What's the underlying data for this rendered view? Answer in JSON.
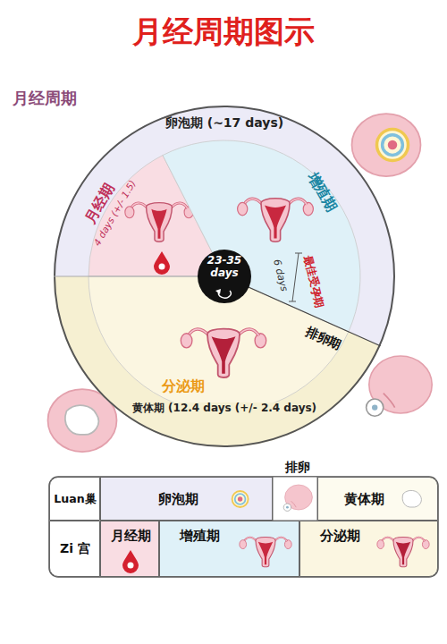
{
  "diagram": {
    "title": "月经周期图示",
    "nodes": [
      {
        "text": [
          "卵泡期 (~17 days)",
          "黄体期 (12.4 days (+/- 2.4 days)"
        ]
      },
      {
        "text": [
          "月经期",
          "4 days (+/- 1.5)"
        ],
        "in": 0
      },
      {
        "text": [
          "增殖期"
        ],
        "in": 0
      },
      {
        "text": [
          "分泌期"
        ],
        "in": 0
      },
      {
        "text": [
          "23-35 days"
        ],
        "in": 0
      },
      {
        "text": [
          "Luan巢"
        ]
      },
      {
        "text": [
          "卵泡期"
        ]
      },
      {
        "text": [
          "黄体期"
        ]
      },
      {
        "text": [
          "Zi 宫"
        ]
      },
      {
        "text": [
          "月经期"
        ]
      },
      {
        "text": [
          "增殖期"
        ]
      },
      {
        "text": [
          "分泌期"
        ]
      }
    ],
    "labels": [
      "月经周期",
      "6 days",
      "最佳受孕期",
      "排卵期",
      "排卵"
    ]
  }
}
